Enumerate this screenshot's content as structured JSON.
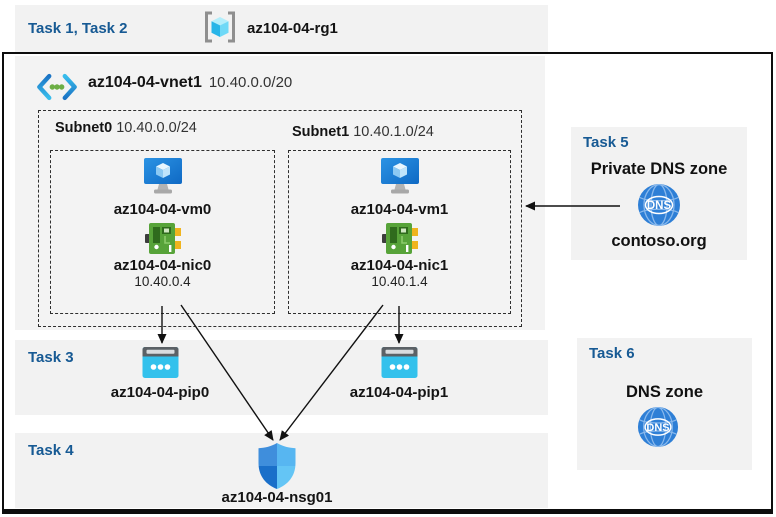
{
  "header": {
    "tasks_label": "Task 1, Task 2",
    "resource_group_name": "az104-04-rg1"
  },
  "vnet": {
    "name": "az104-04-vnet1",
    "cidr": "10.40.0.0/20"
  },
  "subnets": [
    {
      "name": "Subnet0",
      "cidr": "10.40.0.0/24",
      "vm_name": "az104-04-vm0",
      "nic_name": "az104-04-nic0",
      "nic_ip": "10.40.0.4"
    },
    {
      "name": "Subnet1",
      "cidr": "10.40.1.0/24",
      "vm_name": "az104-04-vm1",
      "nic_name": "az104-04-nic1",
      "nic_ip": "10.40.1.4"
    }
  ],
  "task3": {
    "label": "Task 3",
    "pip0_name": "az104-04-pip0",
    "pip1_name": "az104-04-pip1"
  },
  "task4": {
    "label": "Task 4",
    "nsg_name": "az104-04-nsg01"
  },
  "task5": {
    "label": "Task 5",
    "title": "Private DNS zone",
    "zone_name": "contoso.org",
    "icon_text": "DNS"
  },
  "task6": {
    "label": "Task 6",
    "title": "DNS zone",
    "icon_text": "DNS"
  },
  "icons": {
    "resource_group": "resource-group-cube-in-brackets",
    "vnet": "virtual-network-chevrons",
    "vm": "virtual-machine-monitor",
    "nic": "network-interface-card",
    "pip": "public-ip-browser-window",
    "nsg": "network-security-group-shield",
    "dns": "dns-globe"
  },
  "colors": {
    "task_label": "#175a94",
    "panel_bg": "#f2f2f2",
    "arrow": "#111111",
    "dns_blue": "#2e7fd6",
    "pip_cyan": "#33c1ec",
    "nic_green": "#57a339"
  }
}
